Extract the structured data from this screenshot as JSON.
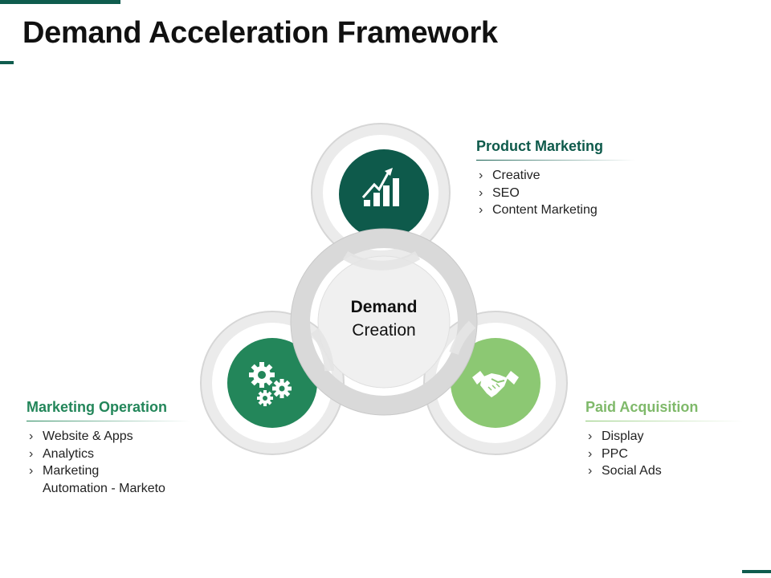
{
  "title": "Demand Acceleration Framework",
  "colors": {
    "accent": "#0f5c4e",
    "product": "#0e5a4b",
    "operation": "#23865a",
    "paid": "#8cc873",
    "paid_heading": "#7fb96a",
    "ring": "#dcdcdc"
  },
  "center": {
    "line1": "Demand",
    "line2": "Creation"
  },
  "nodes": {
    "product": {
      "heading": "Product Marketing",
      "icon": "bar-chart-growth-icon",
      "items": [
        "Creative",
        "SEO",
        "Content Marketing"
      ]
    },
    "operation": {
      "heading": "Marketing Operation",
      "icon": "gears-icon",
      "items": [
        "Website & Apps",
        "Analytics",
        "Marketing\nAutomation  - Marketo"
      ]
    },
    "paid": {
      "heading": "Paid Acquisition",
      "icon": "handshake-icon",
      "items": [
        "Display",
        "PPC",
        "Social Ads"
      ]
    }
  }
}
